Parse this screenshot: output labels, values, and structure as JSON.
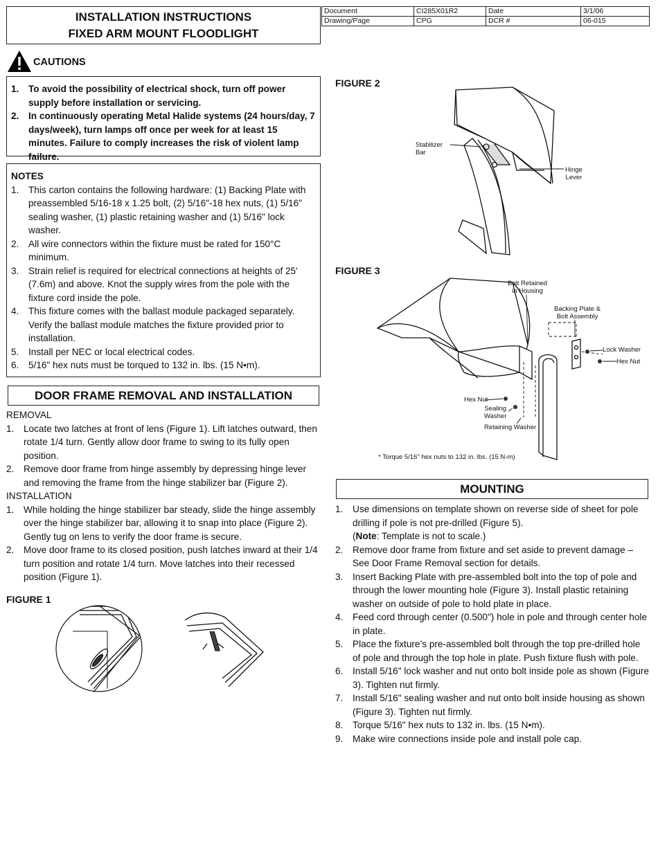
{
  "header": {
    "title_line1": "INSTALLATION INSTRUCTIONS",
    "title_line2": "FIXED ARM MOUNT FLOODLIGHT",
    "meta": {
      "document_label": "Document",
      "document_value": "CI285X01R2",
      "date_label": "Date",
      "date_value": "3/1/06",
      "drawing_label": "Drawing/Page",
      "drawing_value": "CPG",
      "dcr_label": "DCR #",
      "dcr_value": "06-015"
    }
  },
  "cautions": {
    "heading": "CAUTIONS",
    "items": [
      {
        "num": "1.",
        "text": "To avoid the possibility of electrical shock, turn off power supply before installation or servicing."
      },
      {
        "num": "2.",
        "text": "In continuously operating Metal Halide systems (24 hours/day, 7 days/week), turn lamps off once per week for at least 15 minutes. Failure to comply increases the risk of violent lamp failure."
      }
    ]
  },
  "notes": {
    "heading": "NOTES",
    "items": [
      {
        "num": "1.",
        "text": "This carton contains the following hardware: (1) Backing Plate with preassembled 5/16-18 x 1.25 bolt, (2) 5/16\"-18 hex nuts, (1) 5/16\" sealing washer, (1) plastic retaining washer and (1) 5/16\" lock washer."
      },
      {
        "num": "2.",
        "text": "All wire connectors within the fixture must be rated for 150°C minimum."
      },
      {
        "num": "3.",
        "text": "Strain relief is required for electrical connections at heights of 25' (7.6m) and above. Knot the supply wires from the pole with the fixture cord inside the pole."
      },
      {
        "num": "4.",
        "text": "This fixture comes with the ballast module packaged separately. Verify the ballast module matches the fixture provided prior to installation."
      },
      {
        "num": "5.",
        "text": "Install per NEC or local electrical codes."
      },
      {
        "num": "6.",
        "text": "5/16\" hex nuts must be torqued to 132 in. lbs. (15 N•m)."
      }
    ]
  },
  "door": {
    "heading": "DOOR FRAME REMOVAL AND INSTALLATION",
    "removal_label": "REMOVAL",
    "removal": [
      {
        "num": "1.",
        "text": "Locate two latches at front of lens (Figure 1). Lift latches outward, then rotate 1/4 turn. Gently allow door frame to swing to its fully open position."
      },
      {
        "num": "2.",
        "text": "Remove door frame from hinge assembly by depressing hinge lever and removing the frame from the hinge stabilizer bar (Figure 2)."
      }
    ],
    "installation_label": "INSTALLATION",
    "installation": [
      {
        "num": "1.",
        "text": "While holding the hinge stabilizer bar steady, slide the hinge assembly over the hinge stabilizer bar, allowing it to snap into place (Figure 2). Gently tug on lens to verify the door frame is secure."
      },
      {
        "num": "2.",
        "text": "Move door frame to its closed position, push latches inward at their 1/4 turn position and rotate 1/4 turn. Move latches into their recessed position (Figure 1)."
      }
    ]
  },
  "figures": {
    "fig1_label": "FIGURE 1",
    "fig2_label": "FIGURE 2",
    "fig2_stabilizer": "Stabilizer",
    "fig2_bar": "Bar",
    "fig2_hinge": "Hinge",
    "fig2_lever": "Lever",
    "fig3_label": "FIGURE 3",
    "fig3_bolt_retained": "Bolt Retained",
    "fig3_in_housing": "in Housing",
    "fig3_backing_plate": "Backing Plate &",
    "fig3_bolt_assembly": "Bolt Assembly",
    "fig3_lock_washer": "Lock Washer",
    "fig3_hex_nut_right": "Hex Nut",
    "fig3_hex_nut_left": "Hex Nut",
    "fig3_sealing": "Sealing",
    "fig3_washer": "Washer",
    "fig3_retaining_washer": "Retaining Washer",
    "fig3_torque_note": "* Torque 5/16\" hex nuts to 132 in. lbs. (15 N-m)"
  },
  "mounting": {
    "heading": "MOUNTING",
    "items": [
      {
        "num": "1.",
        "text": "Use dimensions on template shown on reverse side of sheet for pole drilling if pole is not pre-drilled (Figure 5).",
        "note_bold": "Note",
        "note_rest": ": Template is not to scale.)",
        "note_open": "("
      },
      {
        "num": "2.",
        "text": "Remove door frame from fixture and set aside to prevent damage – See Door Frame Removal section for details."
      },
      {
        "num": "3.",
        "text": "Insert Backing Plate with pre-assembled bolt into the top of pole and through the lower mounting hole (Figure 3). Install plastic retaining washer on outside of pole to hold plate in place."
      },
      {
        "num": "4.",
        "text": "Feed cord through center (0.500\") hole in pole and through center hole in plate."
      },
      {
        "num": "5.",
        "text": "Place the fixture’s pre-assembled bolt through the top pre-drilled hole of pole and through the top hole in plate. Push fixture flush with pole."
      },
      {
        "num": "6.",
        "text": "Install 5/16\" lock washer and nut onto bolt inside pole as shown (Figure 3). Tighten nut firmly."
      },
      {
        "num": "7.",
        "text": "Install 5/16\" sealing washer and nut onto bolt inside housing as shown (Figure 3). Tighten nut firmly."
      },
      {
        "num": "8.",
        "text": "Torque 5/16\" hex nuts to 132 in. lbs. (15 N•m)."
      },
      {
        "num": "9.",
        "text": "Make wire connections inside pole and install pole cap."
      }
    ]
  }
}
